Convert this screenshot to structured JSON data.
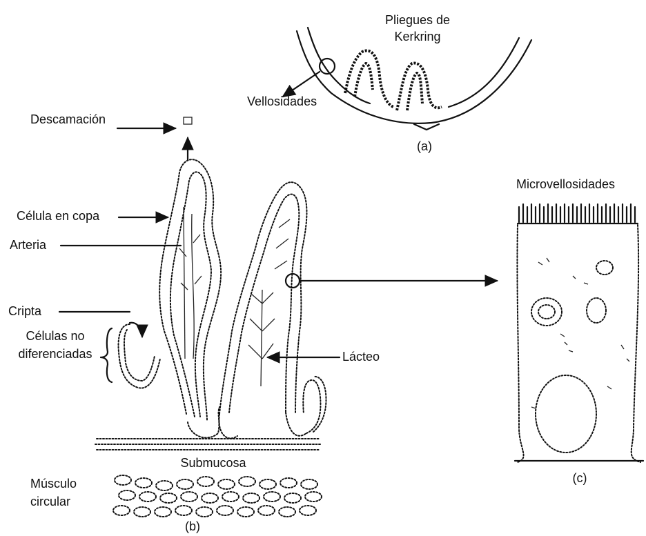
{
  "panel_a": {
    "title_line1": "Pliegues de",
    "title_line2": "Kerkring",
    "villi_label": "Vellosidades",
    "caption": "(a)"
  },
  "panel_b": {
    "labels": {
      "descamacion": "Descamación",
      "celula_copa": "Célula en copa",
      "arteria": "Arteria",
      "cripta": "Cripta",
      "celulas_no_1": "Células no",
      "celulas_no_2": "diferenciadas",
      "lacteo": "Lácteo",
      "submucosa": "Submucosa",
      "musculo_1": "Músculo",
      "musculo_2": "circular"
    },
    "caption": "(b)"
  },
  "panel_c": {
    "title": "Microvellosidades",
    "caption": "(c)"
  }
}
